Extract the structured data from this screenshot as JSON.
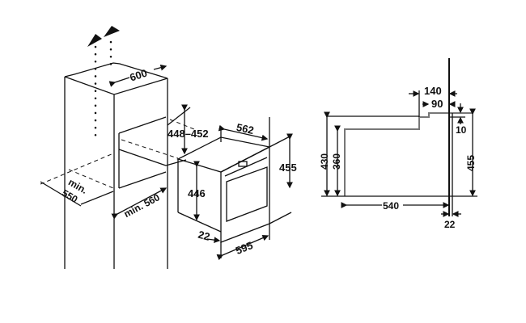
{
  "perspective_view": {
    "width_top": "600",
    "niche_height": "448–452",
    "depth_min": "min.",
    "depth_min_value": "550",
    "width_min": "min. 560",
    "oven_depth": "562",
    "oven_height_front": "455",
    "oven_height_body": "446",
    "front_thickness": "22",
    "oven_width": "595"
  },
  "side_view": {
    "d140": "140",
    "d90": "90",
    "d10": "10",
    "h430": "430",
    "h360": "360",
    "h455": "455",
    "w540": "540",
    "d22": "22"
  }
}
